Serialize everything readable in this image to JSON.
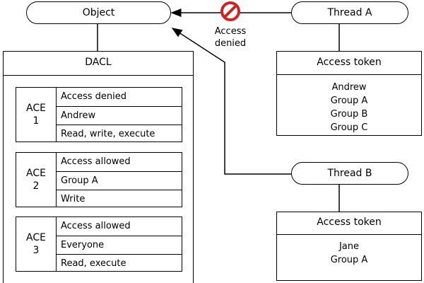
{
  "object": {
    "label": "Object"
  },
  "dacl": {
    "title": "DACL",
    "aces": [
      {
        "name": "ACE",
        "number": "1",
        "type": "Access denied",
        "trustee": "Andrew",
        "rights": "Read, write, execute"
      },
      {
        "name": "ACE",
        "number": "2",
        "type": "Access allowed",
        "trustee": "Group A",
        "rights": "Write"
      },
      {
        "name": "ACE",
        "number": "3",
        "type": "Access allowed",
        "trustee": "Everyone",
        "rights": "Read, execute"
      }
    ]
  },
  "threadA": {
    "label": "Thread A",
    "token": {
      "title": "Access token",
      "members": [
        "Andrew",
        "Group A",
        "Group B",
        "Group C"
      ]
    }
  },
  "threadB": {
    "label": "Thread B",
    "token": {
      "title": "Access token",
      "members": [
        "Jane",
        "Group A"
      ]
    }
  },
  "denial": {
    "line1": "Access",
    "line2": "denied",
    "icon": "no-entry-icon",
    "icon_color": "#d32020"
  }
}
